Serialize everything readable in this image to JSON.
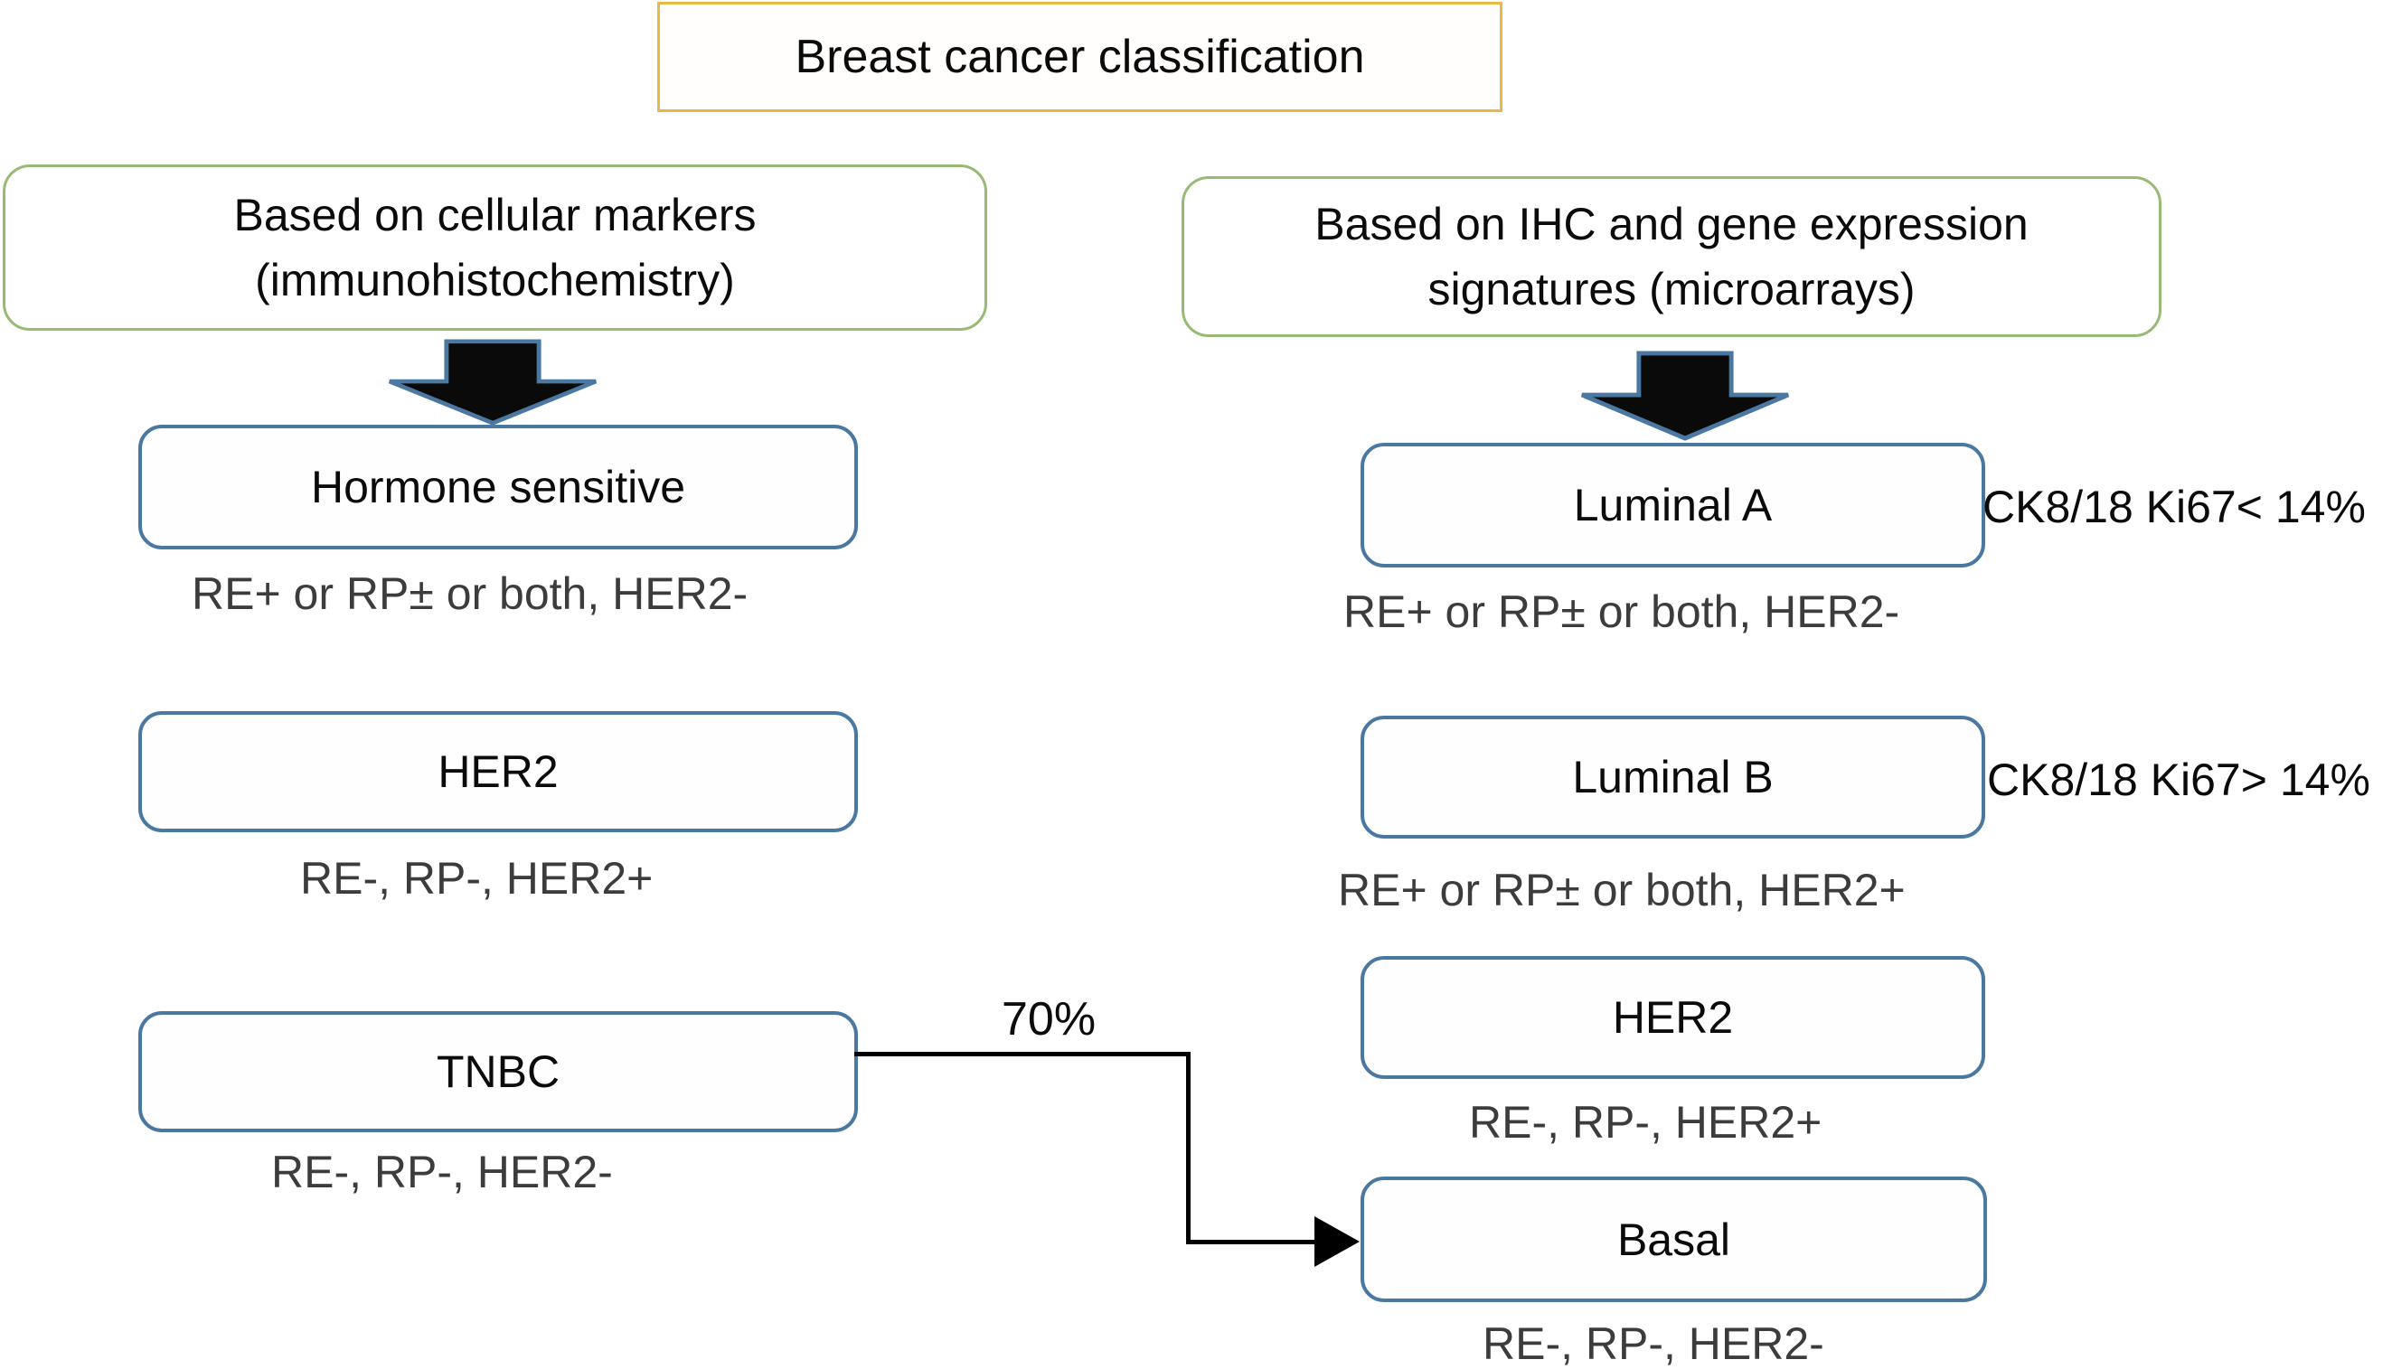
{
  "title": "Breast cancer classification",
  "classifications": {
    "ihc": {
      "line1": "Based on cellular markers",
      "line2": "(immunohistochemistry)"
    },
    "microarray": {
      "line1": "Based on IHC and gene expression",
      "line2": "signatures (microarrays)"
    }
  },
  "ihc_nodes": [
    {
      "label": "Hormone sensitive",
      "markers": "RE+ or RP± or both, HER2-"
    },
    {
      "label": "HER2",
      "markers": "RE-, RP-, HER2+"
    },
    {
      "label": "TNBC",
      "markers": "RE-, RP-, HER2-"
    }
  ],
  "microarray_nodes": [
    {
      "label": "Luminal A",
      "markers": "RE+ or RP± or both, HER2-",
      "note": "CK8/18 Ki67< 14%"
    },
    {
      "label": "Luminal B",
      "markers": "RE+ or RP± or both, HER2+",
      "note": "CK8/18 Ki67> 14%"
    },
    {
      "label": "HER2",
      "markers": "RE-, RP-, HER2+"
    },
    {
      "label": "Basal",
      "markers": "RE-, RP-, HER2-"
    }
  ],
  "connector": {
    "label": "70%",
    "from": "TNBC",
    "to": "Basal"
  },
  "colors": {
    "title_border": "#E9B945",
    "category_border": "#97BA74",
    "node_border": "#4A78A1",
    "arrow_fill": "#0A0A0A",
    "arrow_outline": "#4A78A1",
    "marker_text": "#3C3C3C",
    "connector_line": "#000000"
  }
}
